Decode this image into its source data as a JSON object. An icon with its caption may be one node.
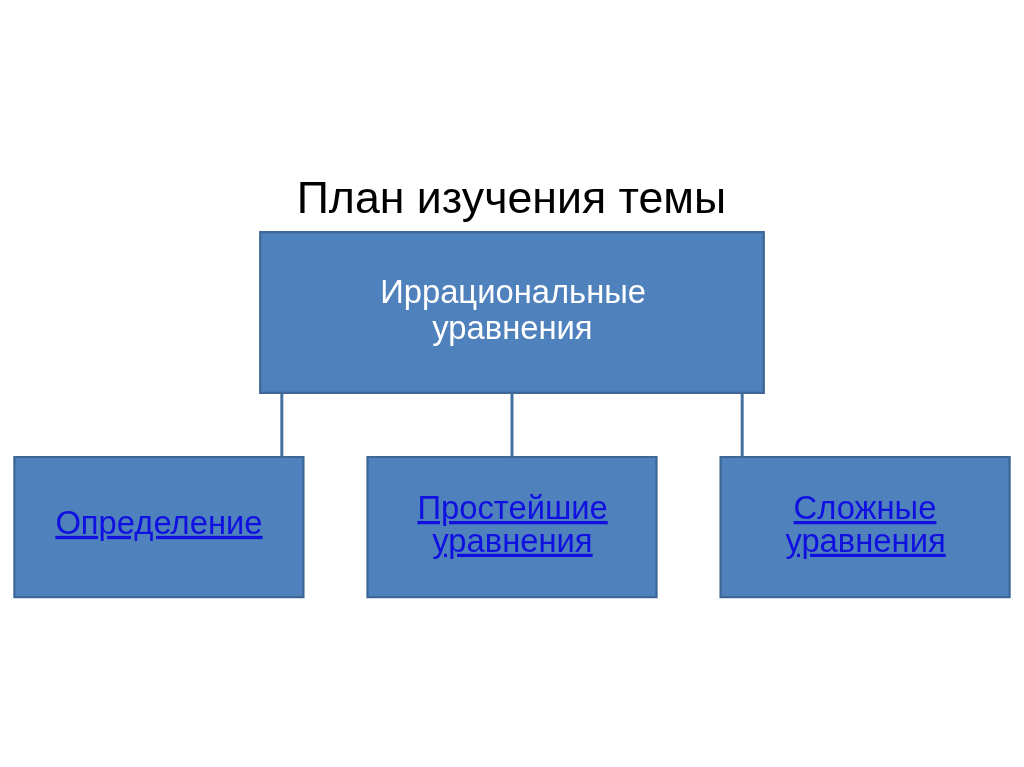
{
  "diagram": {
    "title": "План изучения темы",
    "nodes": [
      {
        "text": [
          "Иррациональные уравнения"
        ]
      },
      {
        "text": [
          "Определение"
        ]
      },
      {
        "text": [
          "Простейшие уравнения"
        ]
      },
      {
        "text": [
          "Сложные уравнения"
        ]
      }
    ],
    "edges": [
      {
        "from": 0,
        "to": 1,
        "arrow": "none"
      },
      {
        "from": 0,
        "to": 2,
        "arrow": "none"
      },
      {
        "from": 0,
        "to": 3,
        "arrow": "none"
      }
    ]
  }
}
